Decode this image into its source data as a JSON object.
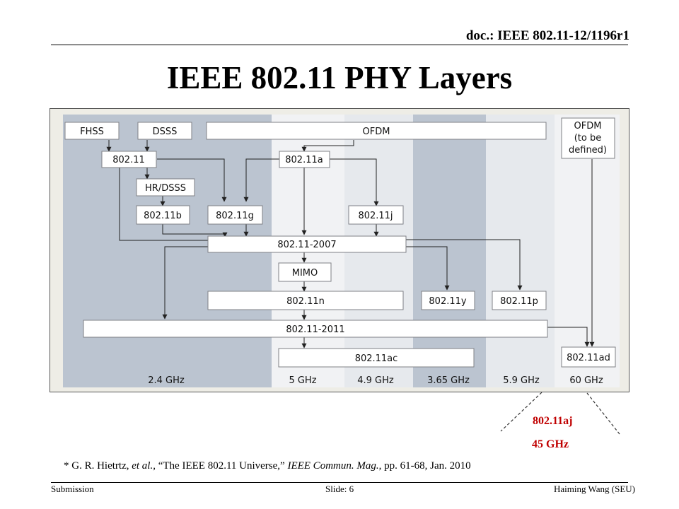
{
  "header": {
    "doc_id": "doc.: IEEE 802.11-12/1196r1"
  },
  "slide": {
    "title": "IEEE 802.11 PHY Layers"
  },
  "diagram": {
    "nodes": {
      "fhss": "FHSS",
      "dsss": "DSSS",
      "ofdm": "OFDM",
      "ofdm_tbd_1": "OFDM",
      "ofdm_tbd_2": "(to be",
      "ofdm_tbd_3": "defined)",
      "n80211": "802.11",
      "n80211a": "802.11a",
      "hrdsss": "HR/DSSS",
      "n80211b": "802.11b",
      "n80211g": "802.11g",
      "n80211j": "802.11j",
      "n2007": "802.11-2007",
      "mimo": "MIMO",
      "n80211n": "802.11n",
      "n80211y": "802.11y",
      "n80211p": "802.11p",
      "n2011": "802.11-2011",
      "n80211ac": "802.11ac",
      "n80211ad": "802.11ad"
    },
    "bands": {
      "b24": "2.4 GHz",
      "b5": "5 GHz",
      "b49": "4.9 GHz",
      "b365": "3.65 GHz",
      "b59": "5.9 GHz",
      "b60": "60 GHz"
    },
    "colors": {
      "band_dark": "#bbc4d0",
      "band_light": "#e6e9ed",
      "band_lightest": "#f1f2f4",
      "frame_bg": "#eeede6",
      "box_border": "#7f8086",
      "line": "#222222"
    }
  },
  "callout": {
    "name": "802.11aj",
    "freq": "45 GHz",
    "color": "#c00000"
  },
  "citation": {
    "prefix": "* G. R. Hietrtz, ",
    "etal": "et al.,",
    "quoted": " “The IEEE 802.11 Universe,” ",
    "journal": "IEEE Commun. Mag.",
    "suffix": ", pp. 61-68, Jan. 2010"
  },
  "footer": {
    "left": "Submission",
    "center": "Slide: 6",
    "right": "Haiming Wang (SEU)"
  }
}
